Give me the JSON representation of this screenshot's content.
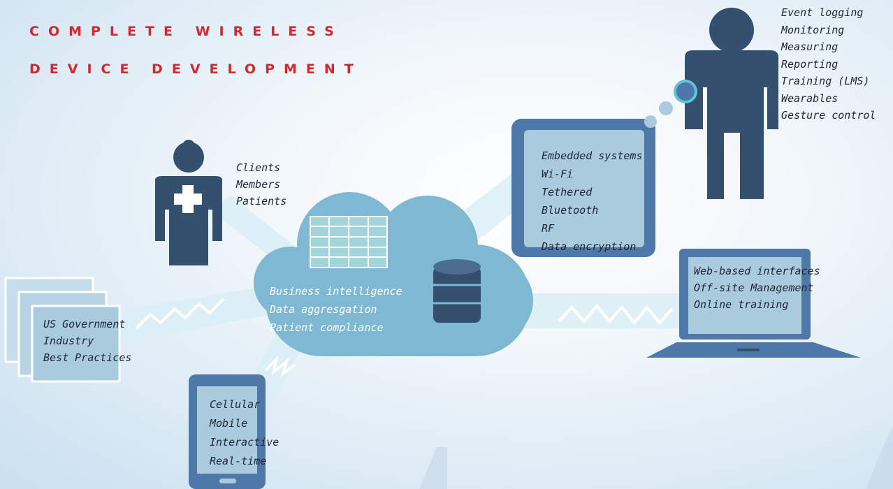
{
  "title": {
    "line1": "COMPLETE WIRELESS",
    "line2": "DEVICE DEVELOPMENT"
  },
  "colors": {
    "title_red": "#d4282f",
    "navy": "#34506e",
    "light_blue": "#a9cbdd",
    "cloud": "#7fb8d2",
    "device_blue": "#4e78a8",
    "beam": "#dbeef6"
  },
  "person_items": [
    "Event logging",
    "Monitoring",
    "Measuring",
    "Reporting",
    "Training (LMS)",
    "Wearables",
    "Gesture control"
  ],
  "clients_items": [
    "Clients",
    "Members",
    "Patients"
  ],
  "embedded_items": [
    "Embedded systems",
    "Wi-Fi",
    "Tethered",
    "Bluetooth",
    "RF",
    "Data encryption"
  ],
  "cloud_items": [
    "Business intelligence",
    "Data aggresgation",
    "Patient compliance"
  ],
  "laptop_items": [
    "Web-based interfaces",
    "Off-site Management",
    "Online training"
  ],
  "docs_items": [
    "US Government",
    "Industry",
    "Best Practices"
  ],
  "phone_items": [
    "Cellular",
    "Mobile",
    "Interactive",
    "Real-time"
  ],
  "icons": [
    "person-icon",
    "medical-worker-icon",
    "tablet-icon",
    "laptop-icon",
    "phone-icon",
    "documents-icon",
    "cloud-icon",
    "database-icon",
    "table-icon",
    "smartwatch-icon"
  ]
}
